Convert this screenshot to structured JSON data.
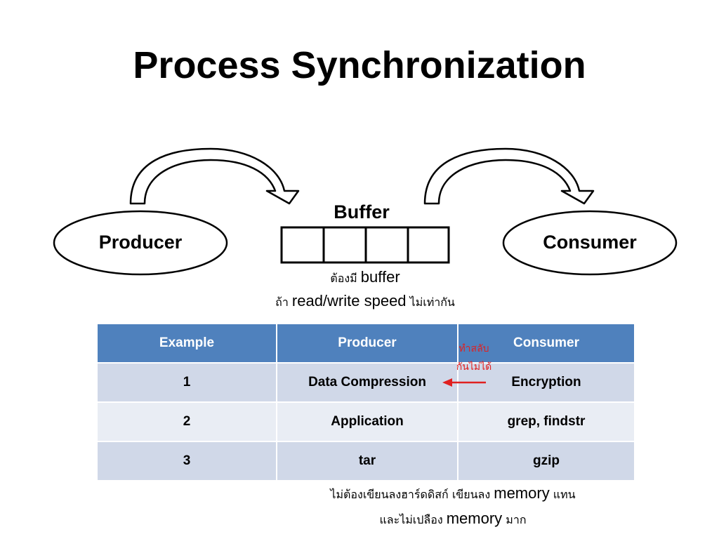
{
  "slide": {
    "title": "Process Synchronization"
  },
  "diagram": {
    "producer_label": "Producer",
    "consumer_label": "Consumer",
    "buffer_label": "Buffer",
    "buffer_cells": 4,
    "note_line1_thai": "ต้องมี",
    "note_line1_en": "buffer",
    "note_line2_thai_pre": "ถ้า",
    "note_line2_en": "read/write speed",
    "note_line2_thai_post": "ไม่เท่ากัน"
  },
  "table": {
    "headers": [
      "Example",
      "Producer",
      "Consumer"
    ],
    "rows": [
      [
        "1",
        "Data Compression",
        "Encryption"
      ],
      [
        "2",
        "Application",
        "grep, findstr"
      ],
      [
        "3",
        "tar",
        "gzip"
      ]
    ],
    "side_note_line1": "ทำสลับ",
    "side_note_line2": "กันไม่ได้",
    "side_note_color": "#e02020",
    "header_color": "#4f81bd"
  },
  "footer": {
    "line1_thai": "ไม่ต้องเขียนลงฮาร์ดดิสก์ เขียนลง",
    "line1_en": "memory",
    "line1_thai_post": "แทน",
    "line2_thai": "และไม่เปลือง",
    "line2_en": "memory",
    "line2_thai_post": "มาก"
  }
}
